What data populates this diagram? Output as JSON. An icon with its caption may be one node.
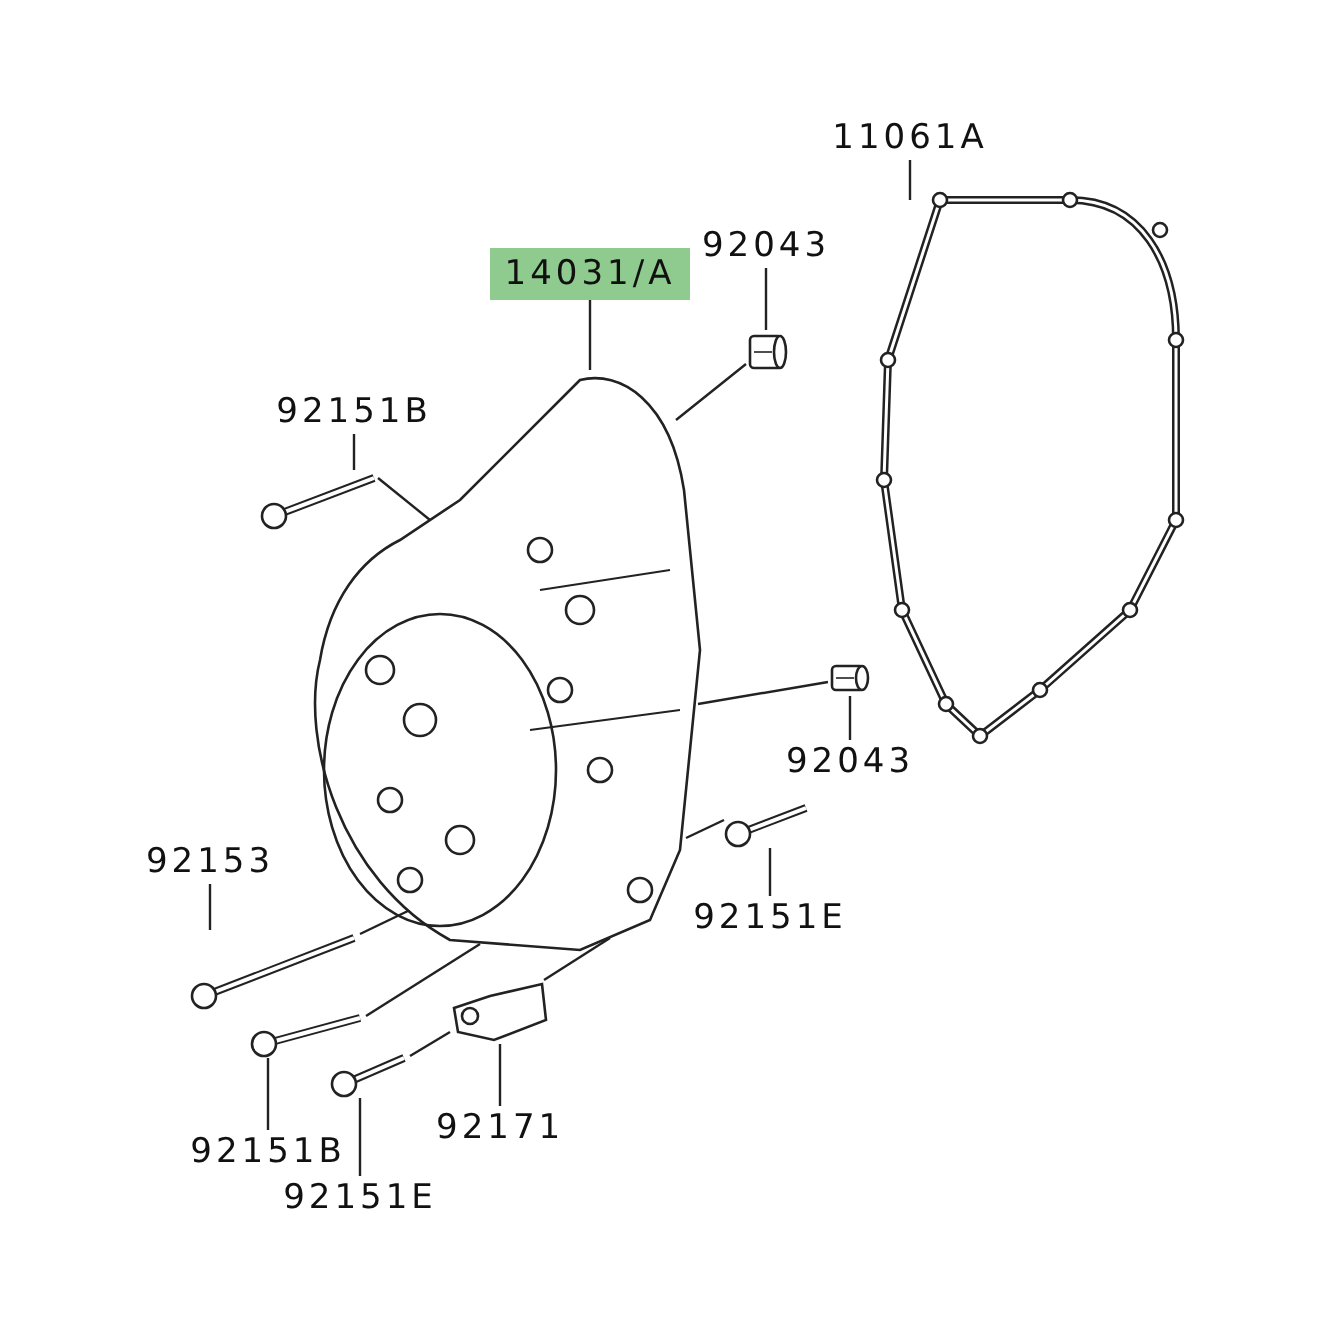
{
  "diagram": {
    "nodes": [
      {
        "text": [
          "11061A"
        ]
      },
      {
        "text": [],
        "shape": "picture"
      },
      {
        "text": [
          "92043"
        ]
      },
      {
        "text": [],
        "shape": "cylinder"
      },
      {
        "text": [
          "14031/A"
        ]
      },
      {
        "text": [],
        "shape": "picture"
      },
      {
        "text": [
          "92151B"
        ]
      },
      {
        "text": [],
        "shape": "picture"
      },
      {
        "text": [
          "92043"
        ]
      },
      {
        "text": [],
        "shape": "cylinder"
      },
      {
        "text": [
          "92151E"
        ]
      },
      {
        "text": [],
        "shape": "picture"
      },
      {
        "text": [
          "92153"
        ]
      },
      {
        "text": [],
        "shape": "picture"
      },
      {
        "text": [
          "92151B"
        ]
      },
      {
        "text": [],
        "shape": "picture"
      },
      {
        "text": [
          "92151E"
        ]
      },
      {
        "text": [],
        "shape": "picture"
      },
      {
        "text": [
          "92171"
        ]
      },
      {
        "text": [],
        "shape": "picture"
      }
    ],
    "edges": [
      {
        "from": 0,
        "to": 1,
        "arrow": "none"
      },
      {
        "from": 2,
        "to": 3,
        "arrow": "none"
      },
      {
        "from": 4,
        "to": 5,
        "arrow": "none"
      },
      {
        "from": 6,
        "to": 7,
        "arrow": "none"
      },
      {
        "from": 8,
        "to": 9,
        "arrow": "none"
      },
      {
        "from": 10,
        "to": 11,
        "arrow": "none"
      },
      {
        "from": 12,
        "to": 13,
        "arrow": "none"
      },
      {
        "from": 14,
        "to": 15,
        "arrow": "none"
      },
      {
        "from": 16,
        "to": 17,
        "arrow": "none"
      },
      {
        "from": 18,
        "to": 19,
        "arrow": "none"
      },
      {
        "from": 7,
        "to": 5,
        "arrow": "none"
      },
      {
        "from": 3,
        "to": 5,
        "arrow": "none"
      },
      {
        "from": 9,
        "to": 5,
        "arrow": "none"
      },
      {
        "from": 11,
        "to": 5,
        "arrow": "none"
      },
      {
        "from": 13,
        "to": 5,
        "arrow": "none"
      },
      {
        "from": 15,
        "to": 5,
        "arrow": "none"
      },
      {
        "from": 17,
        "to": 19,
        "arrow": "none"
      },
      {
        "from": 19,
        "to": 5,
        "arrow": "none"
      }
    ]
  }
}
